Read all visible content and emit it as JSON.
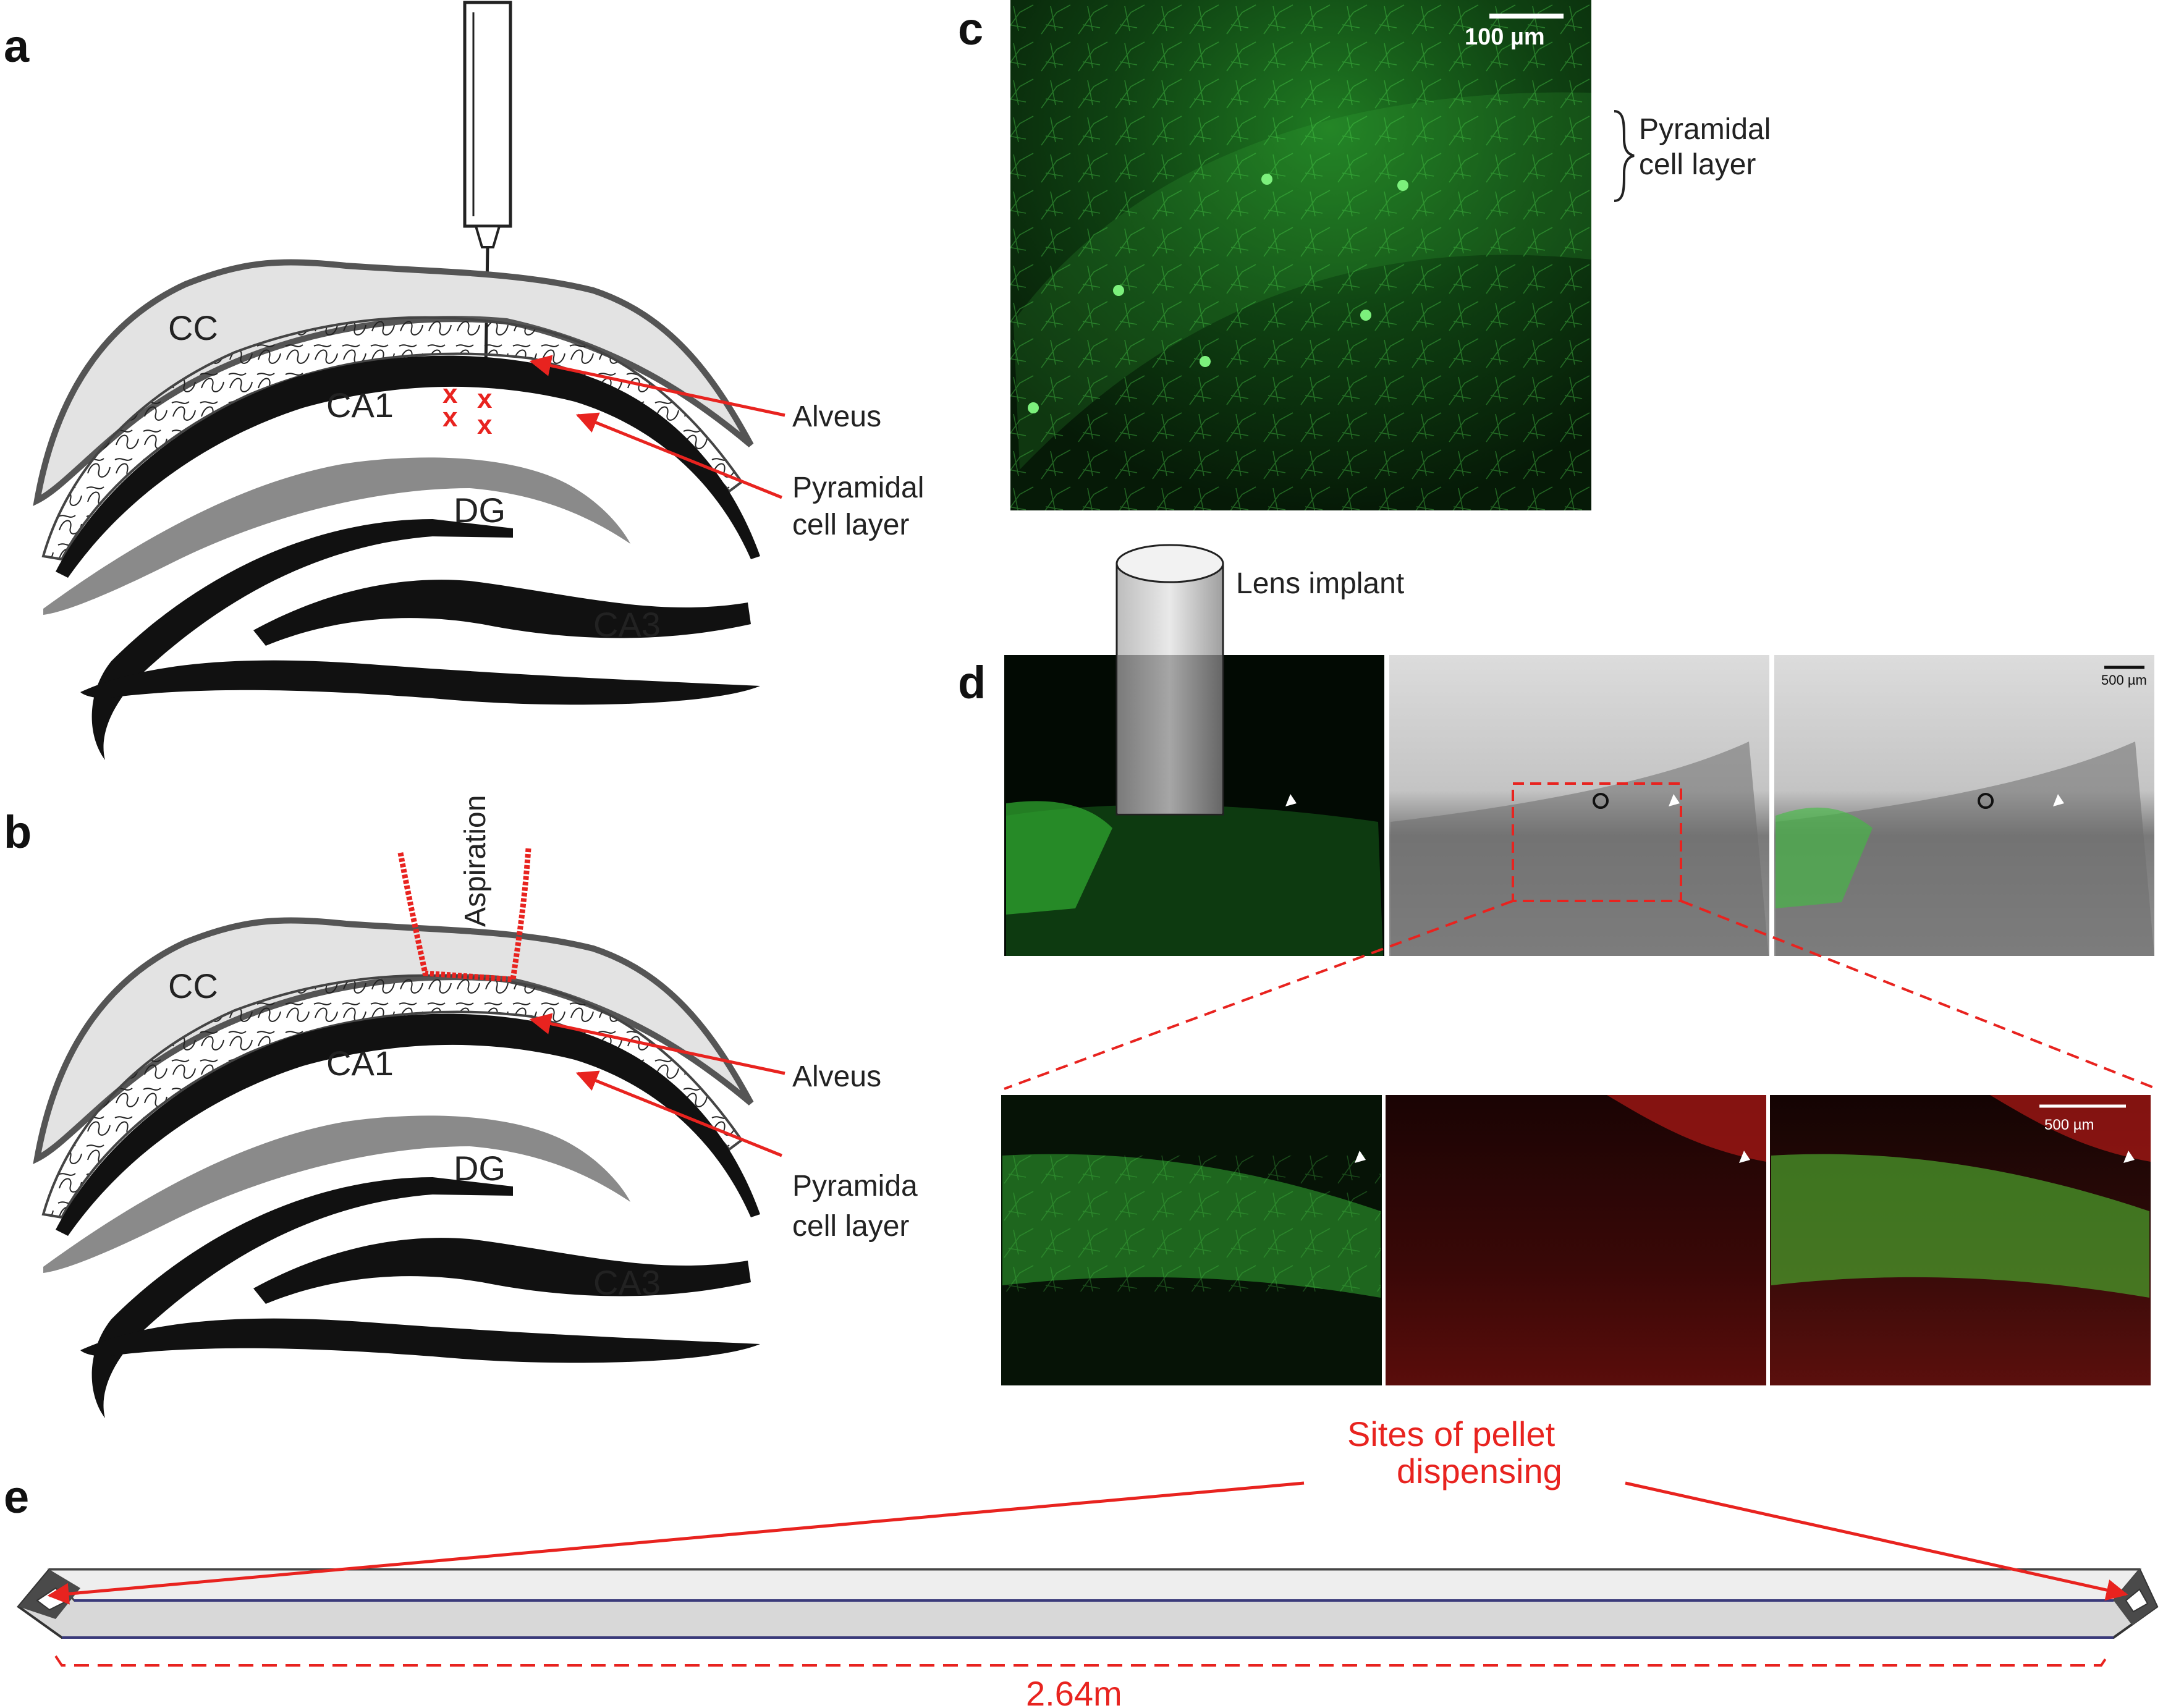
{
  "panel_labels": {
    "a": "a",
    "b": "b",
    "c": "c",
    "d": "d",
    "e": "e"
  },
  "panel_a": {
    "regions": {
      "cc": "CC",
      "ca1": "CA1",
      "dg": "DG",
      "ca3": "CA3"
    },
    "alveus": "Alveus",
    "pyramidal_line1": "Pyramidal",
    "pyramidal_line2": "cell layer",
    "injection_marks": [
      "x",
      "x",
      "x",
      "x"
    ]
  },
  "panel_b": {
    "regions": {
      "cc": "CC",
      "ca1": "CA1",
      "dg": "DG",
      "ca3": "CA3"
    },
    "aspiration": "Aspiration",
    "alveus": "Alveus",
    "pyramidal_line1": "Pyramida",
    "pyramidal_line2": "cell layer"
  },
  "panel_c": {
    "scale_bar": "100 µm",
    "layer_line1": "Pyramidal",
    "layer_line2": "cell layer"
  },
  "panel_d": {
    "lens_label": "Lens implant",
    "scale_top": "500 µm",
    "scale_bottom": "500 µm"
  },
  "panel_e": {
    "sites_line1": "Sites of pellet",
    "sites_line2": "dispensing",
    "length": "2.64m"
  },
  "colors": {
    "annotation_red": "#e8231f",
    "gfp_green": "#3fbf3f",
    "tdtomato_red": "#c8201c",
    "cc_fill": "#e3e3e3"
  }
}
